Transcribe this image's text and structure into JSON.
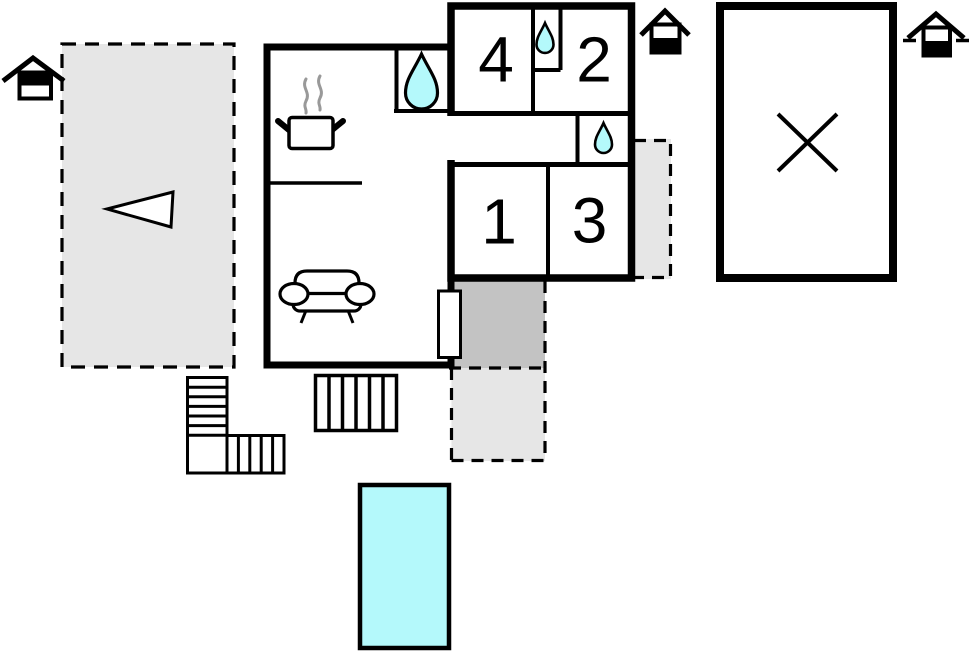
{
  "plan": {
    "rooms": [
      {
        "number": "1"
      },
      {
        "number": "2"
      },
      {
        "number": "3"
      },
      {
        "number": "4"
      }
    ],
    "colors": {
      "water": "#b4f9fb",
      "terrace_light": "#e6e6e6",
      "terrace_dark": "#c3c3c3",
      "wall": "#000000",
      "steam": "#999999",
      "paper": "#ffffff"
    },
    "icons": {
      "bathroom": "water-drop-icon",
      "wc_top": "water-drop-icon",
      "wc_middle": "water-drop-icon",
      "kitchen": "cooking-pot-icon",
      "living_room": "sofa-icon",
      "left_terrace": "direction-triangle-icon",
      "plot_marker_left": "house-top-filled-icon",
      "plot_marker_center": "house-bottom-filled-icon",
      "plot_marker_right": "house-bottom-filled-dashed-icon",
      "outbuilding": "x-cross-icon",
      "stairs": "stair-treads-icon",
      "pool": "pool-rectangle"
    }
  }
}
